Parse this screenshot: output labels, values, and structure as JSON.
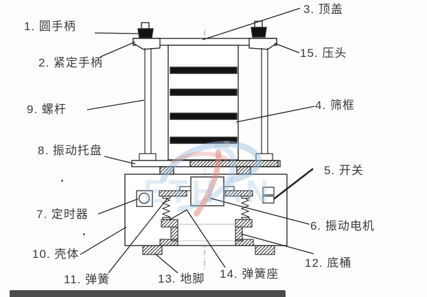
{
  "labels": {
    "round_handle": "1. 圆手柄",
    "clamp_handle": "2. 紧定手柄",
    "top_cover": "3. 顶盖",
    "sieve_frame": "4. 筛框",
    "switch": "5. 开关",
    "vibration_motor": "6. 振动电机",
    "timer": "7. 定时器",
    "vibration_tray": "8. 振动托盘",
    "screw_rod": "9. 螺杆",
    "housing": "10. 壳体",
    "spring": "11. 弹簧",
    "bottom_barrel": "12. 底桶",
    "foot": "13. 地脚",
    "spring_seat": "14. 弹簧座",
    "press_head": "15. 压头"
  },
  "watermark": {
    "letters": "ETHAN",
    "registered_mark": "®"
  },
  "colors": {
    "line": "#2b2b2b",
    "text": "#3a3a3a",
    "watermark_blue": "#9cc2e0",
    "watermark_red": "#e08a80",
    "bottom_bar": "#4c4c4c",
    "background": "#fdfdfc"
  }
}
